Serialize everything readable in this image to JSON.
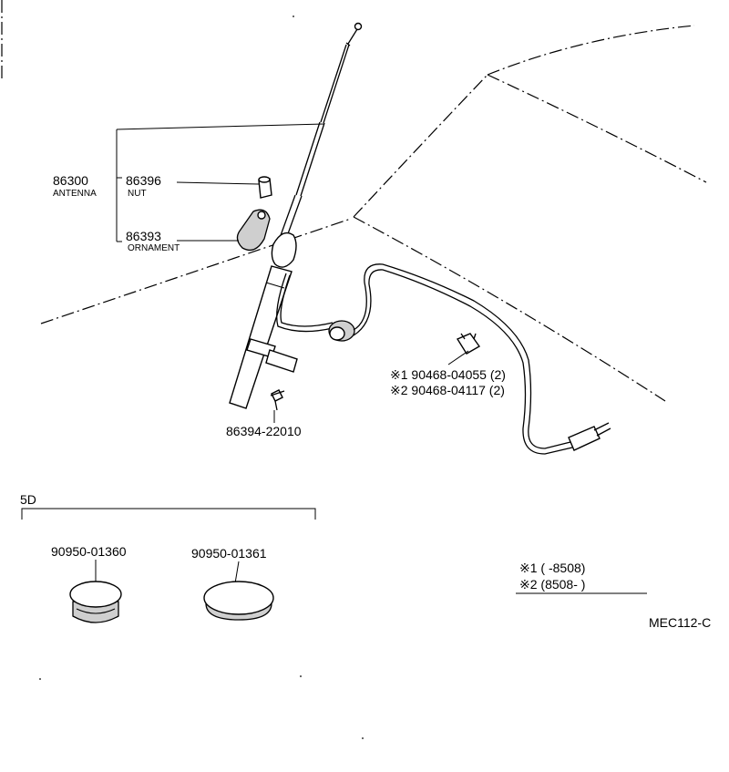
{
  "callouts": {
    "antenna_no": "86300",
    "antenna_name": "ANTENNA",
    "nut_no": "86396",
    "nut_name": "NUT",
    "ornament_no": "86393",
    "ornament_name": "ORNAMENT",
    "screw_no": "86394-22010",
    "clip1": "※1 90468-04055 (2)",
    "clip2": "※2 90468-04117 (2)",
    "section_label": "5D",
    "plug1": "90950-01360",
    "plug2": "90950-01361"
  },
  "legend": {
    "row1": "※1 (       -8508)",
    "row2": "※2 (8508-        )"
  },
  "figure_code": "MEC112-C"
}
